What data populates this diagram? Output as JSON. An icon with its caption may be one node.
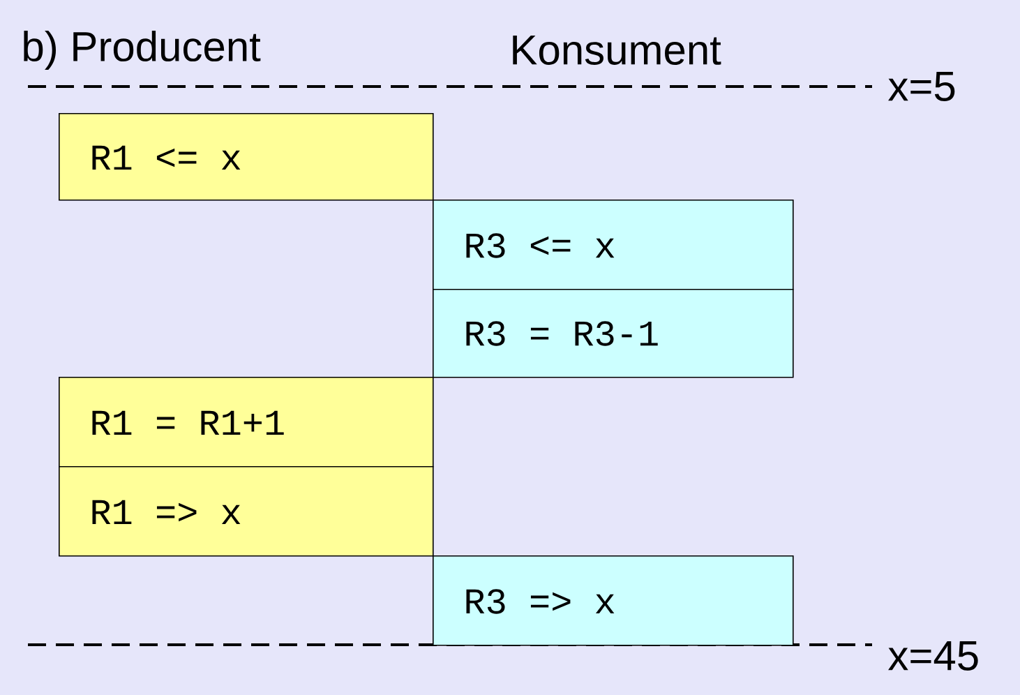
{
  "diagram": {
    "nodes": [
      {
        "text": [
          "R1 <= x"
        ]
      },
      {
        "text": [
          "R3 <= x"
        ]
      },
      {
        "text": [
          "R3 = R3-1"
        ]
      },
      {
        "text": [
          "R1 = R1+1"
        ]
      },
      {
        "text": [
          "R1 => x"
        ]
      },
      {
        "text": [
          "R3 => x"
        ]
      }
    ],
    "labels": [
      "b) Producent",
      "Konsument",
      "x=5",
      "x=45"
    ]
  }
}
